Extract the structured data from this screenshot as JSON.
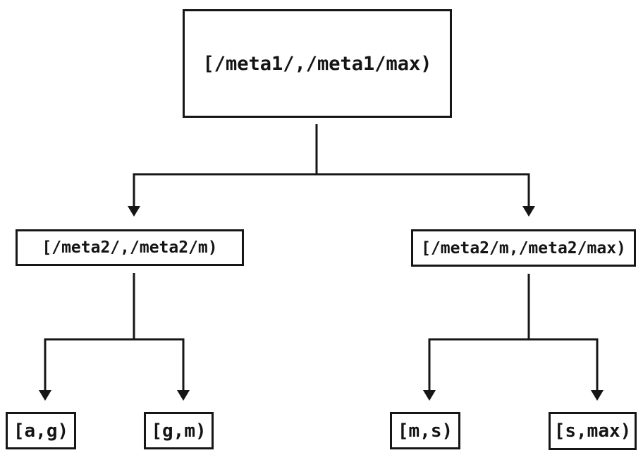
{
  "diagram": {
    "type": "tree",
    "background_color": "#ffffff",
    "line_color": "#161616",
    "text_color": "#141414",
    "nodes": {
      "root": {
        "id": "root",
        "label": "[/meta1/,/meta1/max)"
      },
      "left": {
        "id": "left",
        "label": "[/meta2/,/meta2/m)"
      },
      "right": {
        "id": "right",
        "label": "[/meta2/m,/meta2/max)"
      },
      "leaf_ag": {
        "id": "leaf_ag",
        "label": "[a,g)"
      },
      "leaf_gm": {
        "id": "leaf_gm",
        "label": "[g,m)"
      },
      "leaf_ms": {
        "id": "leaf_ms",
        "label": "[m,s)"
      },
      "leaf_smax": {
        "id": "leaf_smax",
        "label": "[s,max)"
      }
    },
    "edges": [
      {
        "from": "root",
        "to": "left",
        "arrow": "triangle-down"
      },
      {
        "from": "root",
        "to": "right",
        "arrow": "triangle-down"
      },
      {
        "from": "left",
        "to": "leaf_ag",
        "arrow": "triangle-down"
      },
      {
        "from": "left",
        "to": "leaf_gm",
        "arrow": "triangle-down"
      },
      {
        "from": "right",
        "to": "leaf_ms",
        "arrow": "triangle-down"
      },
      {
        "from": "right",
        "to": "leaf_smax",
        "arrow": "triangle-down"
      }
    ]
  }
}
